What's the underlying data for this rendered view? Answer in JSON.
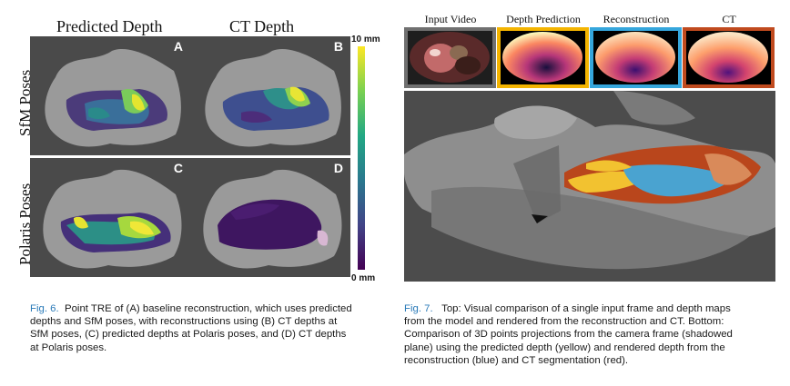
{
  "fig6": {
    "col_titles": [
      "Predicted Depth",
      "CT Depth"
    ],
    "row_titles": [
      "SfM Poses",
      "Polaris Poses"
    ],
    "panel_labels": [
      "A",
      "B",
      "C",
      "D"
    ],
    "colorbar": {
      "max_label": "10 mm",
      "min_label": "0 mm",
      "colormap": "viridis"
    },
    "caption_fig": "Fig. 6.",
    "caption_lines": [
      "Point TRE of (A) baseline reconstruction, which uses predicted",
      "depths and SfM poses, with reconstructions using (B) CT depths at",
      "SfM poses, (C) predicted depths at Polaris poses, and (D) CT depths",
      "at Polaris poses."
    ]
  },
  "fig7": {
    "top_labels": [
      "Input Video",
      "Depth Prediction",
      "Reconstruction",
      "CT"
    ],
    "border_colors": [
      "#707070",
      "#f4b400",
      "#35a6dc",
      "#c04a1e"
    ],
    "caption_fig": "Fig. 7.",
    "caption_lines": [
      "Top: Visual comparison of a single input frame and depth maps",
      "from the model and rendered from the reconstruction and CT. Bottom:",
      "Comparison of 3D points projections from the camera frame (shadowed",
      "plane) using the predicted depth (yellow) and rendered depth from the",
      "reconstruction (blue) and CT segmentation (red)."
    ]
  }
}
